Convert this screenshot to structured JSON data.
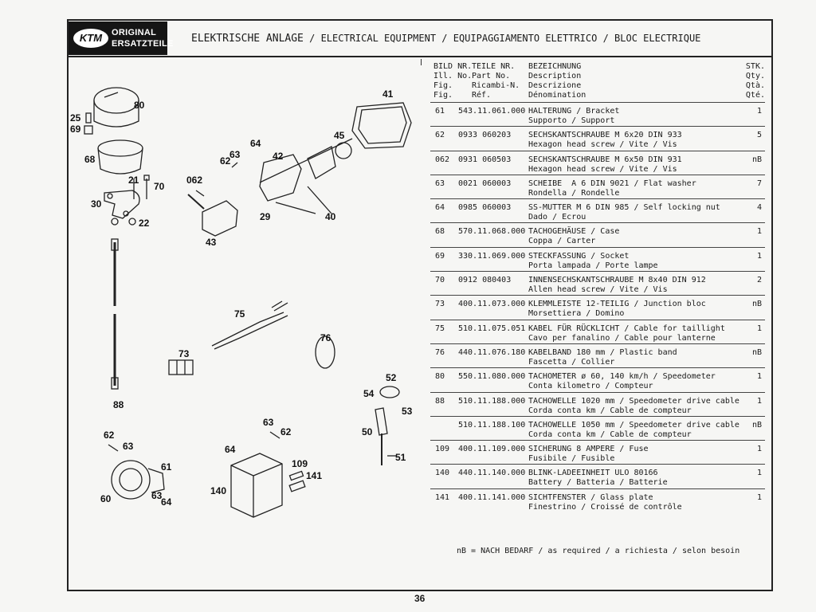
{
  "logo": {
    "oval": "KTM",
    "line1": "ORIGINAL",
    "line2": "ERSATZTEILE"
  },
  "title": {
    "de": "ELEKTRISCHE ANLAGE",
    "rest": " / ELECTRICAL EQUIPMENT / EQUIPAGGIAMENTO ELETTRICO / BLOC ELECTRIQUE"
  },
  "header": {
    "col1": [
      "BILD NR.",
      "Ill. No.",
      "Fig.",
      "Fig."
    ],
    "col2": [
      "TEILE NR.",
      "Part No.",
      "Ricambi-N.",
      "Réf."
    ],
    "col3": [
      "BEZEICHNUNG",
      "Description",
      "Descrizione",
      "Dénomination"
    ],
    "col4": [
      "STK.",
      "Qty.",
      "Qtà.",
      "Qté."
    ]
  },
  "rows": [
    {
      "fig": "61",
      "part": "543.11.061.000",
      "l1": "HALTERUNG / Bracket",
      "l2": "Supporto / Support",
      "qty": "1"
    },
    {
      "fig": "62",
      "part": "0933 060203",
      "l1": "SECHSKANTSCHRAUBE M 6x20 DIN 933",
      "l2": "Hexagon head screw / Vite / Vis",
      "qty": "5"
    },
    {
      "fig": "062",
      "part": "0931 060503",
      "l1": "SECHSKANTSCHRAUBE M 6x50 DIN 931",
      "l2": "Hexagon head screw / Vite / Vis",
      "qty": "nB"
    },
    {
      "fig": "63",
      "part": "0021 060003",
      "l1": "SCHEIBE  A 6 DIN 9021 / Flat washer",
      "l2": "Rondella / Rondelle",
      "qty": "7"
    },
    {
      "fig": "64",
      "part": "0985 060003",
      "l1": "SS-MUTTER M 6 DIN 985 / Self locking nut",
      "l2": "Dado / Ecrou",
      "qty": "4"
    },
    {
      "fig": "68",
      "part": "570.11.068.000",
      "l1": "TACHOGEHÄUSE / Case",
      "l2": "Coppa / Carter",
      "qty": "1"
    },
    {
      "fig": "69",
      "part": "330.11.069.000",
      "l1": "STECKFASSUNG / Socket",
      "l2": "Porta lampada / Porte lampe",
      "qty": "1"
    },
    {
      "fig": "70",
      "part": "0912 080403",
      "l1": "INNENSECHSKANTSCHRAUBE M 8x40 DIN 912",
      "l2": "Allen head screw / Vite / Vis",
      "qty": "2"
    },
    {
      "fig": "73",
      "part": "400.11.073.000",
      "l1": "KLEMMLEISTE 12-TEILIG / Junction bloc",
      "l2": "Morsettiera / Domino",
      "qty": "nB"
    },
    {
      "fig": "75",
      "part": "510.11.075.051",
      "l1": "KABEL FÜR RÜCKLICHT / Cable for taillight",
      "l2": "Cavo per fanalino / Cable pour lanterne",
      "qty": "1"
    },
    {
      "fig": "76",
      "part": "440.11.076.180",
      "l1": "KABELBAND 180 mm / Plastic band",
      "l2": "Fascetta / Collier",
      "qty": "nB"
    },
    {
      "fig": "80",
      "part": "550.11.080.000",
      "l1": "TACHOMETER ø 60, 140 km/h / Speedometer",
      "l2": "Conta kilometro / Compteur",
      "qty": "1"
    },
    {
      "fig": "88",
      "part": "510.11.188.000",
      "l1": "TACHOWELLE 1020 mm / Speedometer drive cable",
      "l2": "Corda conta km / Cable de compteur",
      "qty": "1"
    },
    {
      "fig": "",
      "part": "510.11.188.100",
      "l1": "TACHOWELLE 1050 mm / Speedometer drive cable",
      "l2": "Corda conta km / Cable de compteur",
      "qty": "nB"
    },
    {
      "fig": "109",
      "part": "400.11.109.000",
      "l1": "SICHERUNG 8 AMPERE / Fuse",
      "l2": "Fusibile / Fusible",
      "qty": "1"
    },
    {
      "fig": "140",
      "part": "440.11.140.000",
      "l1": "BLINK-LADEEINHEIT ULO 80166",
      "l2": "Battery / Batteria / Batterie",
      "qty": "1"
    },
    {
      "fig": "141",
      "part": "400.11.141.000",
      "l1": "SICHTFENSTER / Glass plate",
      "l2": "Finestrino / Croissé de contrôle",
      "qty": "1"
    }
  ],
  "footnote": "nB = NACH BEDARF / as required / a richiesta / selon besoin",
  "page_number": "36",
  "diagram_labels": [
    "25",
    "69",
    "80",
    "68",
    "21",
    "70",
    "30",
    "22",
    "062",
    "62",
    "63",
    "64",
    "42",
    "45",
    "41",
    "29",
    "40",
    "43",
    "75",
    "76",
    "73",
    "88",
    "52",
    "54",
    "53",
    "50",
    "51",
    "63",
    "62",
    "64",
    "109",
    "141",
    "140",
    "62",
    "63",
    "61",
    "60",
    "63",
    "64"
  ]
}
